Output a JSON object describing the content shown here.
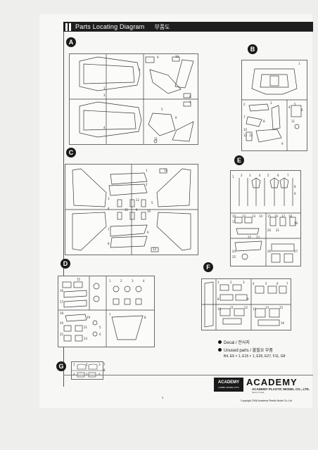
{
  "header": {
    "title": "Parts Locating Diagram",
    "korean": "부품도"
  },
  "sections": {
    "A": "A",
    "B": "B",
    "C": "C",
    "D": "D",
    "E": "E",
    "F": "F",
    "G": "G"
  },
  "legend": {
    "decal_label": "Decal / 전사지",
    "unused_label": "Unused parts / 불필요 부품",
    "unused_parts": "B4, E6 × 1, E15 × 1, E26, E27, F11, G8"
  },
  "brand": {
    "box_text": "ACADEMY",
    "box_sub": "HOBBY MODEL KITS",
    "logo": "ACADEMY",
    "company": "ACADEMY PLASTIC MODEL CO., LTD.",
    "address": "Seoul, Korea"
  },
  "footer": {
    "page_number": "3",
    "copyright": "Copyright 2006 Academy Plastic Model Co.,Ltd"
  },
  "part_numbers": {
    "a": [
      "10",
      "9",
      "8",
      "7",
      "6",
      "5",
      "4",
      "3",
      "2",
      "1",
      "11"
    ],
    "b": [
      "1",
      "2",
      "3",
      "4",
      "5",
      "6",
      "7",
      "8",
      "9",
      "10",
      "11",
      "12",
      "13"
    ],
    "c": [
      "14",
      "1",
      "2",
      "3",
      "4",
      "5",
      "6",
      "7",
      "8",
      "9",
      "10",
      "11",
      "12",
      "13"
    ],
    "d": [
      "15",
      "16",
      "17",
      "18",
      "19",
      "20",
      "21",
      "22",
      "23",
      "1",
      "2",
      "3",
      "4",
      "5",
      "6",
      "7",
      "8"
    ],
    "e": [
      "1",
      "2",
      "3",
      "4",
      "5",
      "6",
      "7",
      "8",
      "9",
      "10",
      "11",
      "12",
      "13",
      "14",
      "15",
      "16",
      "17",
      "18",
      "19",
      "20",
      "21",
      "22",
      "23",
      "24",
      "25",
      "26",
      "27"
    ],
    "f": [
      "1",
      "2",
      "3",
      "4",
      "5",
      "6",
      "7",
      "8",
      "9",
      "10",
      "11",
      "12",
      "13",
      "14",
      "15",
      "16"
    ],
    "g": [
      "1",
      "2",
      "3",
      "4",
      "5",
      "6",
      "7",
      "8"
    ]
  }
}
